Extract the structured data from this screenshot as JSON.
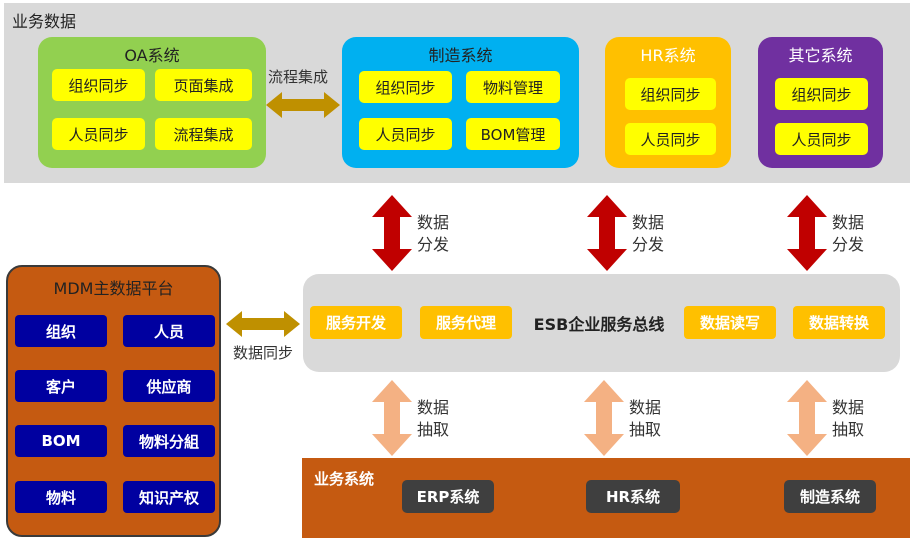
{
  "top_band": {
    "label": "业务数据"
  },
  "oa": {
    "title": "OA系统",
    "items": [
      "组织同步",
      "页面集成",
      "人员同步",
      "流程集成"
    ]
  },
  "flow_label": "流程集成",
  "mfg": {
    "title": "制造系统",
    "items": [
      "组织同步",
      "物料管理",
      "人员同步",
      "BOM管理"
    ]
  },
  "hr": {
    "title": "HR系统",
    "items": [
      "组织同步",
      "人员同步"
    ]
  },
  "other": {
    "title": "其它系统",
    "items": [
      "组织同步",
      "人员同步"
    ]
  },
  "distribute_label": {
    "line1": "数据",
    "line2": "分发"
  },
  "extract_label": {
    "line1": "数据",
    "line2": "抽取"
  },
  "esb": {
    "title": "ESB企业服务总线",
    "items": [
      "服务开发",
      "服务代理",
      "数据读写",
      "数据转换"
    ]
  },
  "mdm": {
    "title": "MDM主数据平台",
    "items": [
      "组织",
      "人员",
      "客户",
      "供应商",
      "BOM",
      "物料分組",
      "物料",
      "知识产权"
    ]
  },
  "sync_label": "数据同步",
  "biz": {
    "label": "业务系统",
    "items": [
      "ERP系统",
      "HR系统",
      "制造系统"
    ]
  },
  "colors": {
    "oa": "#92d050",
    "mfg": "#00b0f0",
    "hr": "#ffc000",
    "other": "#7030a0",
    "distribute_arrow": "#c00000",
    "extract_arrow": "#f4b183",
    "link_arrow": "#bf9000",
    "mdm": "#c55a11",
    "mdm_item": "#0000a0",
    "biz": "#c55a11",
    "biz_item": "#3f3f3f"
  }
}
